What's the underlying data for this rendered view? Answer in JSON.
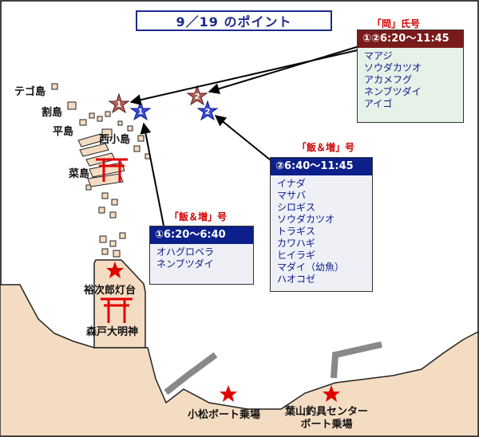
{
  "title": "9／19 のポイント",
  "islands": {
    "tego": "テゴ島",
    "wari": "割島",
    "hira": "平島",
    "nishikoshima": "西小島",
    "na": "菜島"
  },
  "landmarks": {
    "lighthouse": "裕次郎灯台",
    "shrine": "森戸大明神",
    "komatsu": "小松ボート乗場",
    "hayama": "葉山釣具センター\nボート乗場"
  },
  "boats": {
    "oka": {
      "label": "「岡」氏号",
      "header": "①②6:20～11:45",
      "fish": [
        "マアジ",
        "ソウダカツオ",
        "アカメフグ",
        "ネンブツダイ",
        "アイゴ"
      ],
      "color": "#7a1b1b"
    },
    "ii1": {
      "label": "「飯＆増」号",
      "header": "①6:20～6:40",
      "fish": [
        "オハグロベラ",
        "ネンブツダイ"
      ],
      "color": "#0d1f8a"
    },
    "ii2": {
      "label": "「飯＆増」号",
      "header": "②6:40～11:45",
      "fish": [
        "イナダ",
        "マサバ",
        "シロギス",
        "ソウダカツオ",
        "トラギス",
        "カワハギ",
        "ヒイラギ",
        "マダイ（幼魚）",
        "ハオコゼ"
      ],
      "color": "#0d1f8a"
    }
  },
  "point_markers": {
    "brown1": "1",
    "brown2": "2",
    "blue1": "1",
    "blue2": "2"
  },
  "colors": {
    "land": "#f4dcc2",
    "land_outline": "#222222",
    "landmark_star": "#e00000",
    "torii": "#e00000"
  }
}
